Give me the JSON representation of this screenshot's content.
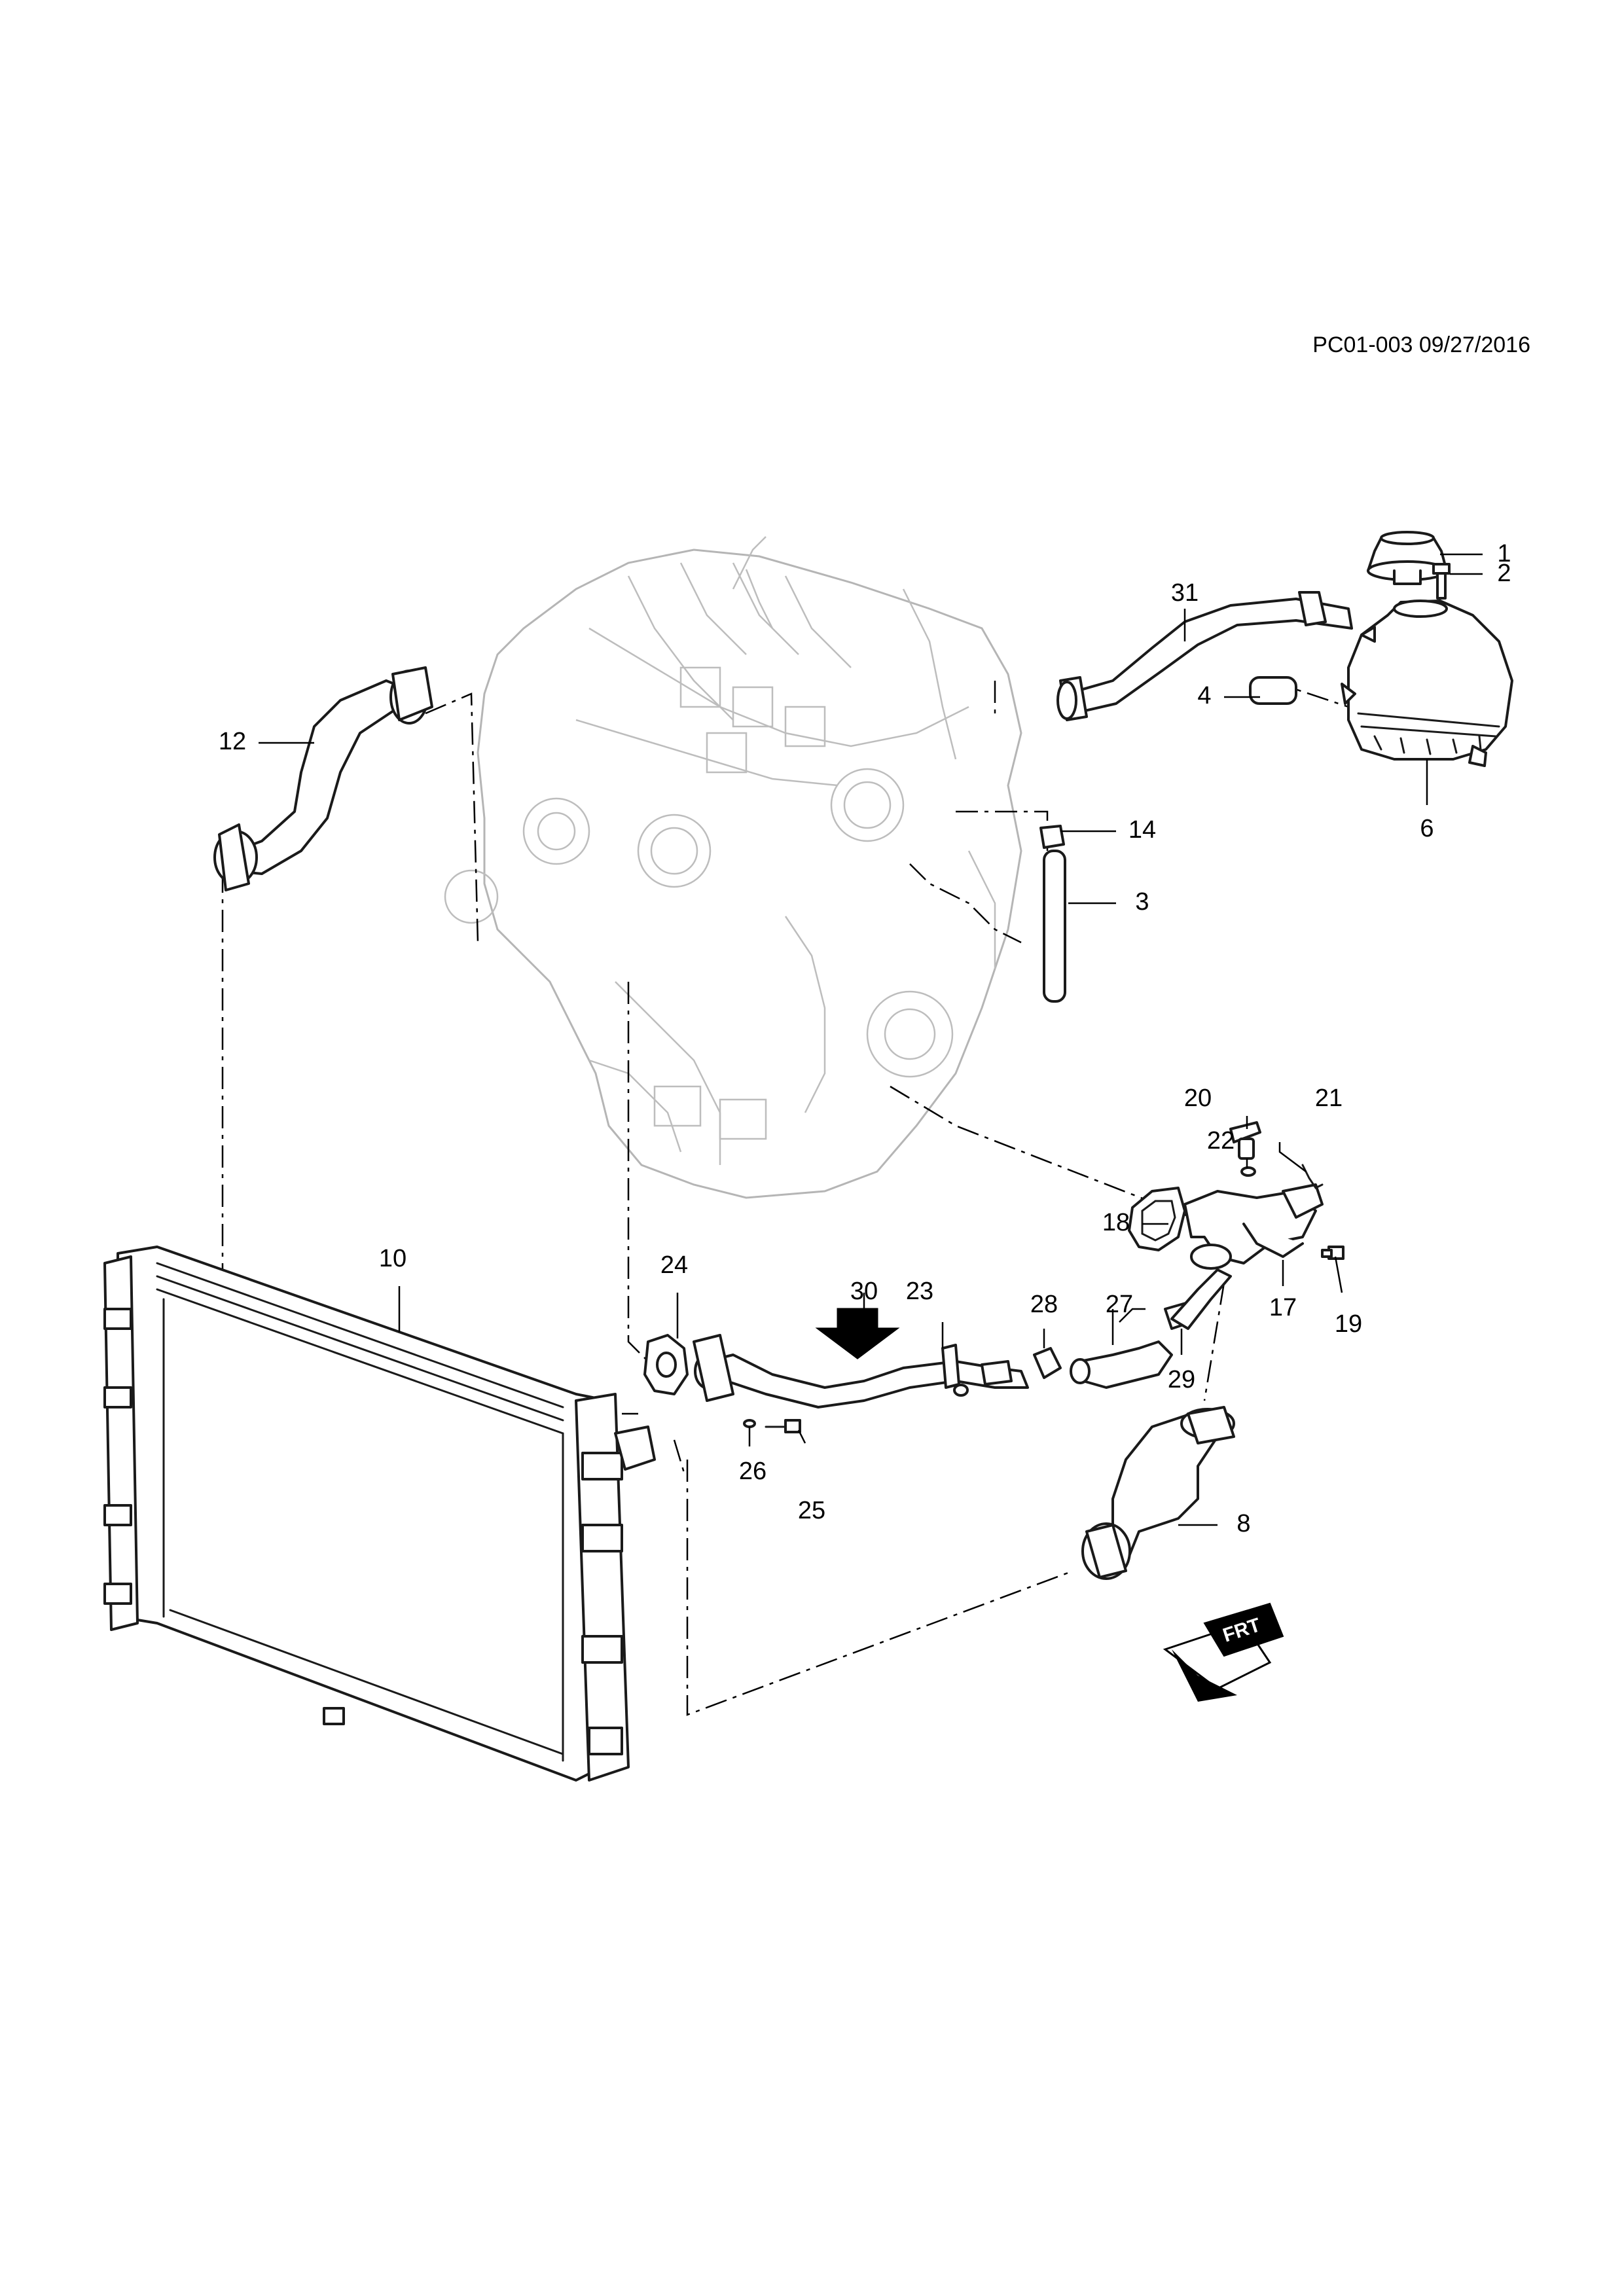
{
  "document": {
    "reference": "PC01-003 09/27/2016"
  },
  "callouts": {
    "c1": "1",
    "c2": "2",
    "c3": "3",
    "c4": "4",
    "c6": "6",
    "c8": "8",
    "c10": "10",
    "c12": "12",
    "c14": "14",
    "c17": "17",
    "c18": "18",
    "c19": "19",
    "c20": "20",
    "c21": "21",
    "c22": "22",
    "c23": "23",
    "c24": "24",
    "c25": "25",
    "c26": "26",
    "c27": "27",
    "c28": "28",
    "c29": "29",
    "c30": "30",
    "c31": "31"
  },
  "front_indicator": {
    "label": "FRT"
  },
  "colors": {
    "line": "#1a1a1a",
    "engine": "#b5b5b5",
    "background": "#ffffff"
  }
}
